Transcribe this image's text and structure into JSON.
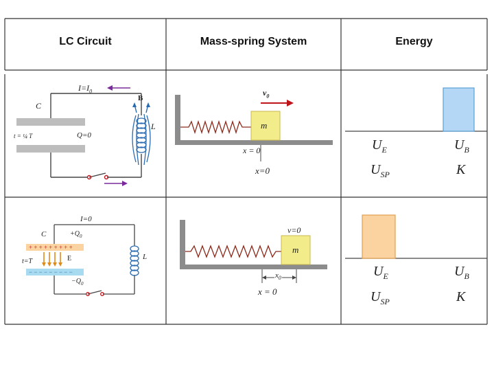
{
  "headers": {
    "lc": "LC Circuit",
    "ms": "Mass-spring System",
    "energy": "Energy"
  },
  "row1": {
    "lc": {
      "current": "I=I",
      "current_sub": "0",
      "field_b": "B",
      "cap": "C",
      "time": "t = ¼ T",
      "charge": "Q=0",
      "inductor": "L"
    },
    "ms": {
      "velocity": "v",
      "velocity_sub": "0",
      "mass": "m",
      "pos_small": "x = 0",
      "pos_big": "x=0"
    },
    "energy": {
      "labels": {
        "ue": "U",
        "ue_sub": "E",
        "ub": "U",
        "ub_sub": "B",
        "usp": "U",
        "usp_sub": "SP",
        "k": "K"
      },
      "bar_color": "#b3d7f5",
      "bar_edge": "#5a9fd6",
      "bar_side": "right"
    }
  },
  "row2": {
    "lc": {
      "current": "I=0",
      "cap": "C",
      "plus_q": "+Q",
      "plus_q_sub": "0",
      "minus_q": "−Q",
      "minus_q_sub": "0",
      "field_e": "E",
      "time": "t=T",
      "inductor": "L"
    },
    "ms": {
      "velocity": "v=0",
      "mass": "m",
      "disp": "x",
      "disp_sub": "0",
      "pos": "x = 0"
    },
    "energy": {
      "labels": {
        "ue": "U",
        "ue_sub": "E",
        "ub": "U",
        "ub_sub": "B",
        "usp": "U",
        "usp_sub": "SP",
        "k": "K"
      },
      "bar_color": "#fbd3a0",
      "bar_edge": "#e0a050",
      "bar_side": "left"
    }
  },
  "colors": {
    "grid": "#333333",
    "spring": "#8b2a1a",
    "wall": "#8c8c8c",
    "block": "#f2ec8a",
    "arrow_red": "#c0141b",
    "arrow_purple": "#7a2a9a",
    "plate": "#bdbdbd",
    "field_b": "#2a6ab0",
    "field_e": "#e08a1a"
  }
}
